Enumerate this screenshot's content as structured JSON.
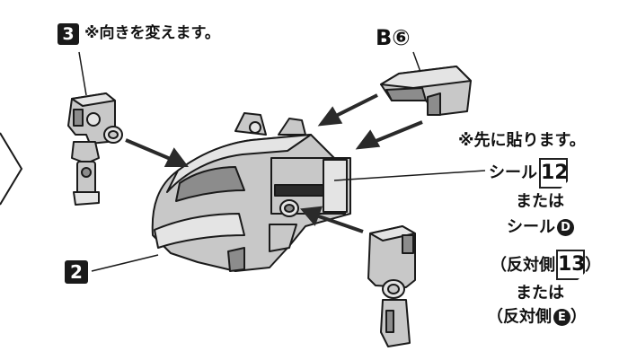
{
  "colors": {
    "part_fill": "#c8c8c8",
    "part_light": "#e4e4e4",
    "part_dark": "#8c8c8c",
    "outline": "#1a1a1a",
    "arrow": "#2a2a2a"
  },
  "step3": {
    "number": "3",
    "note": "※向きを変えます。"
  },
  "step2": {
    "number": "2"
  },
  "part_b6": {
    "label": "B⑥"
  },
  "sticker_note": {
    "header": "※先に貼ります。",
    "sticker_prefix": "シール",
    "sticker_num_12": "12",
    "or_1": "または",
    "sticker_letter_line": "シール",
    "letter_d": "D",
    "opposite_prefix": "（反対側",
    "sticker_num_13": "13",
    "close_paren": "）",
    "or_2": "または",
    "opposite_prefix_2": "（反対側",
    "letter_e": "E",
    "close_paren_2": "）"
  },
  "icons": {
    "prev_nav": "chevron-right-icon"
  }
}
